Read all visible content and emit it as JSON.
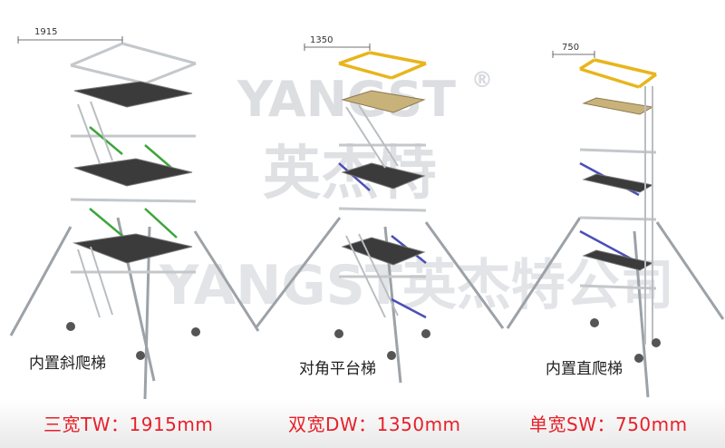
{
  "watermark": {
    "brand_latin": "YANGST",
    "registered_mark": "®",
    "brand_chinese": "英杰特",
    "company_line": "YANGST英杰特公司"
  },
  "towers": [
    {
      "id": "tw",
      "dimension": "1915",
      "caption": "内置斜爬梯",
      "spec": "三宽TW：1915mm",
      "brace_color": "#3da53d"
    },
    {
      "id": "dw",
      "dimension": "1350",
      "caption": "对角平台梯",
      "spec": "双宽DW：1350mm",
      "brace_color": "#4a4fb5"
    },
    {
      "id": "sw",
      "dimension": "750",
      "caption": "内置直爬梯",
      "spec": "单宽SW：750mm",
      "brace_color": "#4a4fb5"
    }
  ],
  "colors": {
    "spec_red": "#e8202a",
    "aluminium": "#cfd3d6",
    "deck_dark": "#3b3b3b",
    "deck_wood": "#c9b27a",
    "guard_yellow": "#e8b51c"
  }
}
